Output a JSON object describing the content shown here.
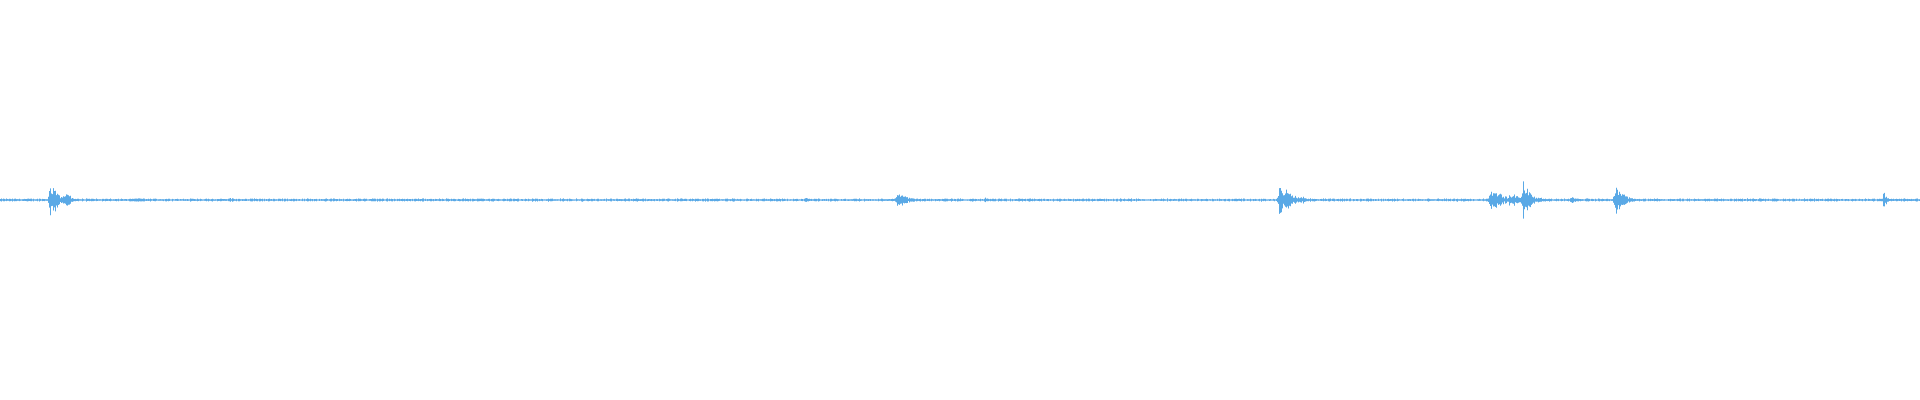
{
  "waveform": {
    "color": "#5aa9e6",
    "peaks": [
      {
        "t": 0.026,
        "amp": 0.12,
        "decay": 0.004
      },
      {
        "t": 0.0335,
        "amp": 0.07,
        "decay": 0.003
      },
      {
        "t": 0.07,
        "amp": 0.015,
        "decay": 0.01
      },
      {
        "t": 0.119,
        "amp": 0.012,
        "decay": 0.01
      },
      {
        "t": 0.18,
        "amp": 0.006,
        "decay": 0.01
      },
      {
        "t": 0.277,
        "amp": 0.01,
        "decay": 0.004
      },
      {
        "t": 0.305,
        "amp": 0.008,
        "decay": 0.004
      },
      {
        "t": 0.37,
        "amp": 0.012,
        "decay": 0.004
      },
      {
        "t": 0.38,
        "amp": 0.008,
        "decay": 0.004
      },
      {
        "t": 0.419,
        "amp": 0.015,
        "decay": 0.003
      },
      {
        "t": 0.467,
        "amp": 0.045,
        "decay": 0.006
      },
      {
        "t": 0.513,
        "amp": 0.018,
        "decay": 0.003
      },
      {
        "t": 0.666,
        "amp": 0.09,
        "decay": 0.008
      },
      {
        "t": 0.71,
        "amp": 0.008,
        "decay": 0.006
      },
      {
        "t": 0.758,
        "amp": 0.01,
        "decay": 0.01
      },
      {
        "t": 0.776,
        "amp": 0.085,
        "decay": 0.006
      },
      {
        "t": 0.786,
        "amp": 0.04,
        "decay": 0.012
      },
      {
        "t": 0.793,
        "amp": 0.135,
        "decay": 0.004
      },
      {
        "t": 0.818,
        "amp": 0.02,
        "decay": 0.004
      },
      {
        "t": 0.841,
        "amp": 0.105,
        "decay": 0.004
      },
      {
        "t": 0.913,
        "amp": 0.01,
        "decay": 0.004
      },
      {
        "t": 0.981,
        "amp": 0.05,
        "decay": 0.002
      },
      {
        "t": 0.99,
        "amp": 0.01,
        "decay": 0.01
      }
    ],
    "noise_level": 0.006
  }
}
